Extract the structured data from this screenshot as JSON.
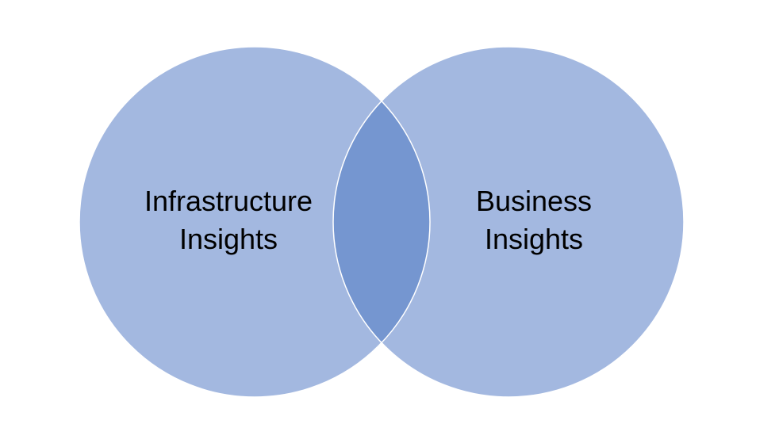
{
  "diagram": {
    "type": "venn",
    "sets": [
      {
        "lines": [
          "Infrastructure",
          "Insights"
        ]
      },
      {
        "lines": [
          "Business",
          "Insights"
        ]
      }
    ],
    "colors": {
      "circle": "#a3b8e0",
      "overlap": "#7596d0",
      "outline": "#ffffff",
      "text": "#000000",
      "background": "#ffffff"
    }
  }
}
